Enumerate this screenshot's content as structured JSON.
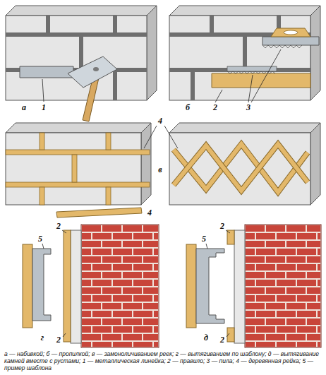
{
  "diagram": {
    "caption": "а — набивкой; б — пропилкой; в — замоноличиванием реек; г — вытягиванием по шаблону; д — вытягивание камней вместе с рустами; 1 — металлическая линейка; 2 — правило; 3 — пила; 4 — деревянная рейка; 5 — пример шаблона",
    "labels": [
      "а",
      "1",
      "б",
      "2",
      "3",
      "4",
      "в",
      "4",
      "2",
      "5",
      "г",
      "2",
      "2",
      "5",
      "д",
      "2"
    ]
  }
}
